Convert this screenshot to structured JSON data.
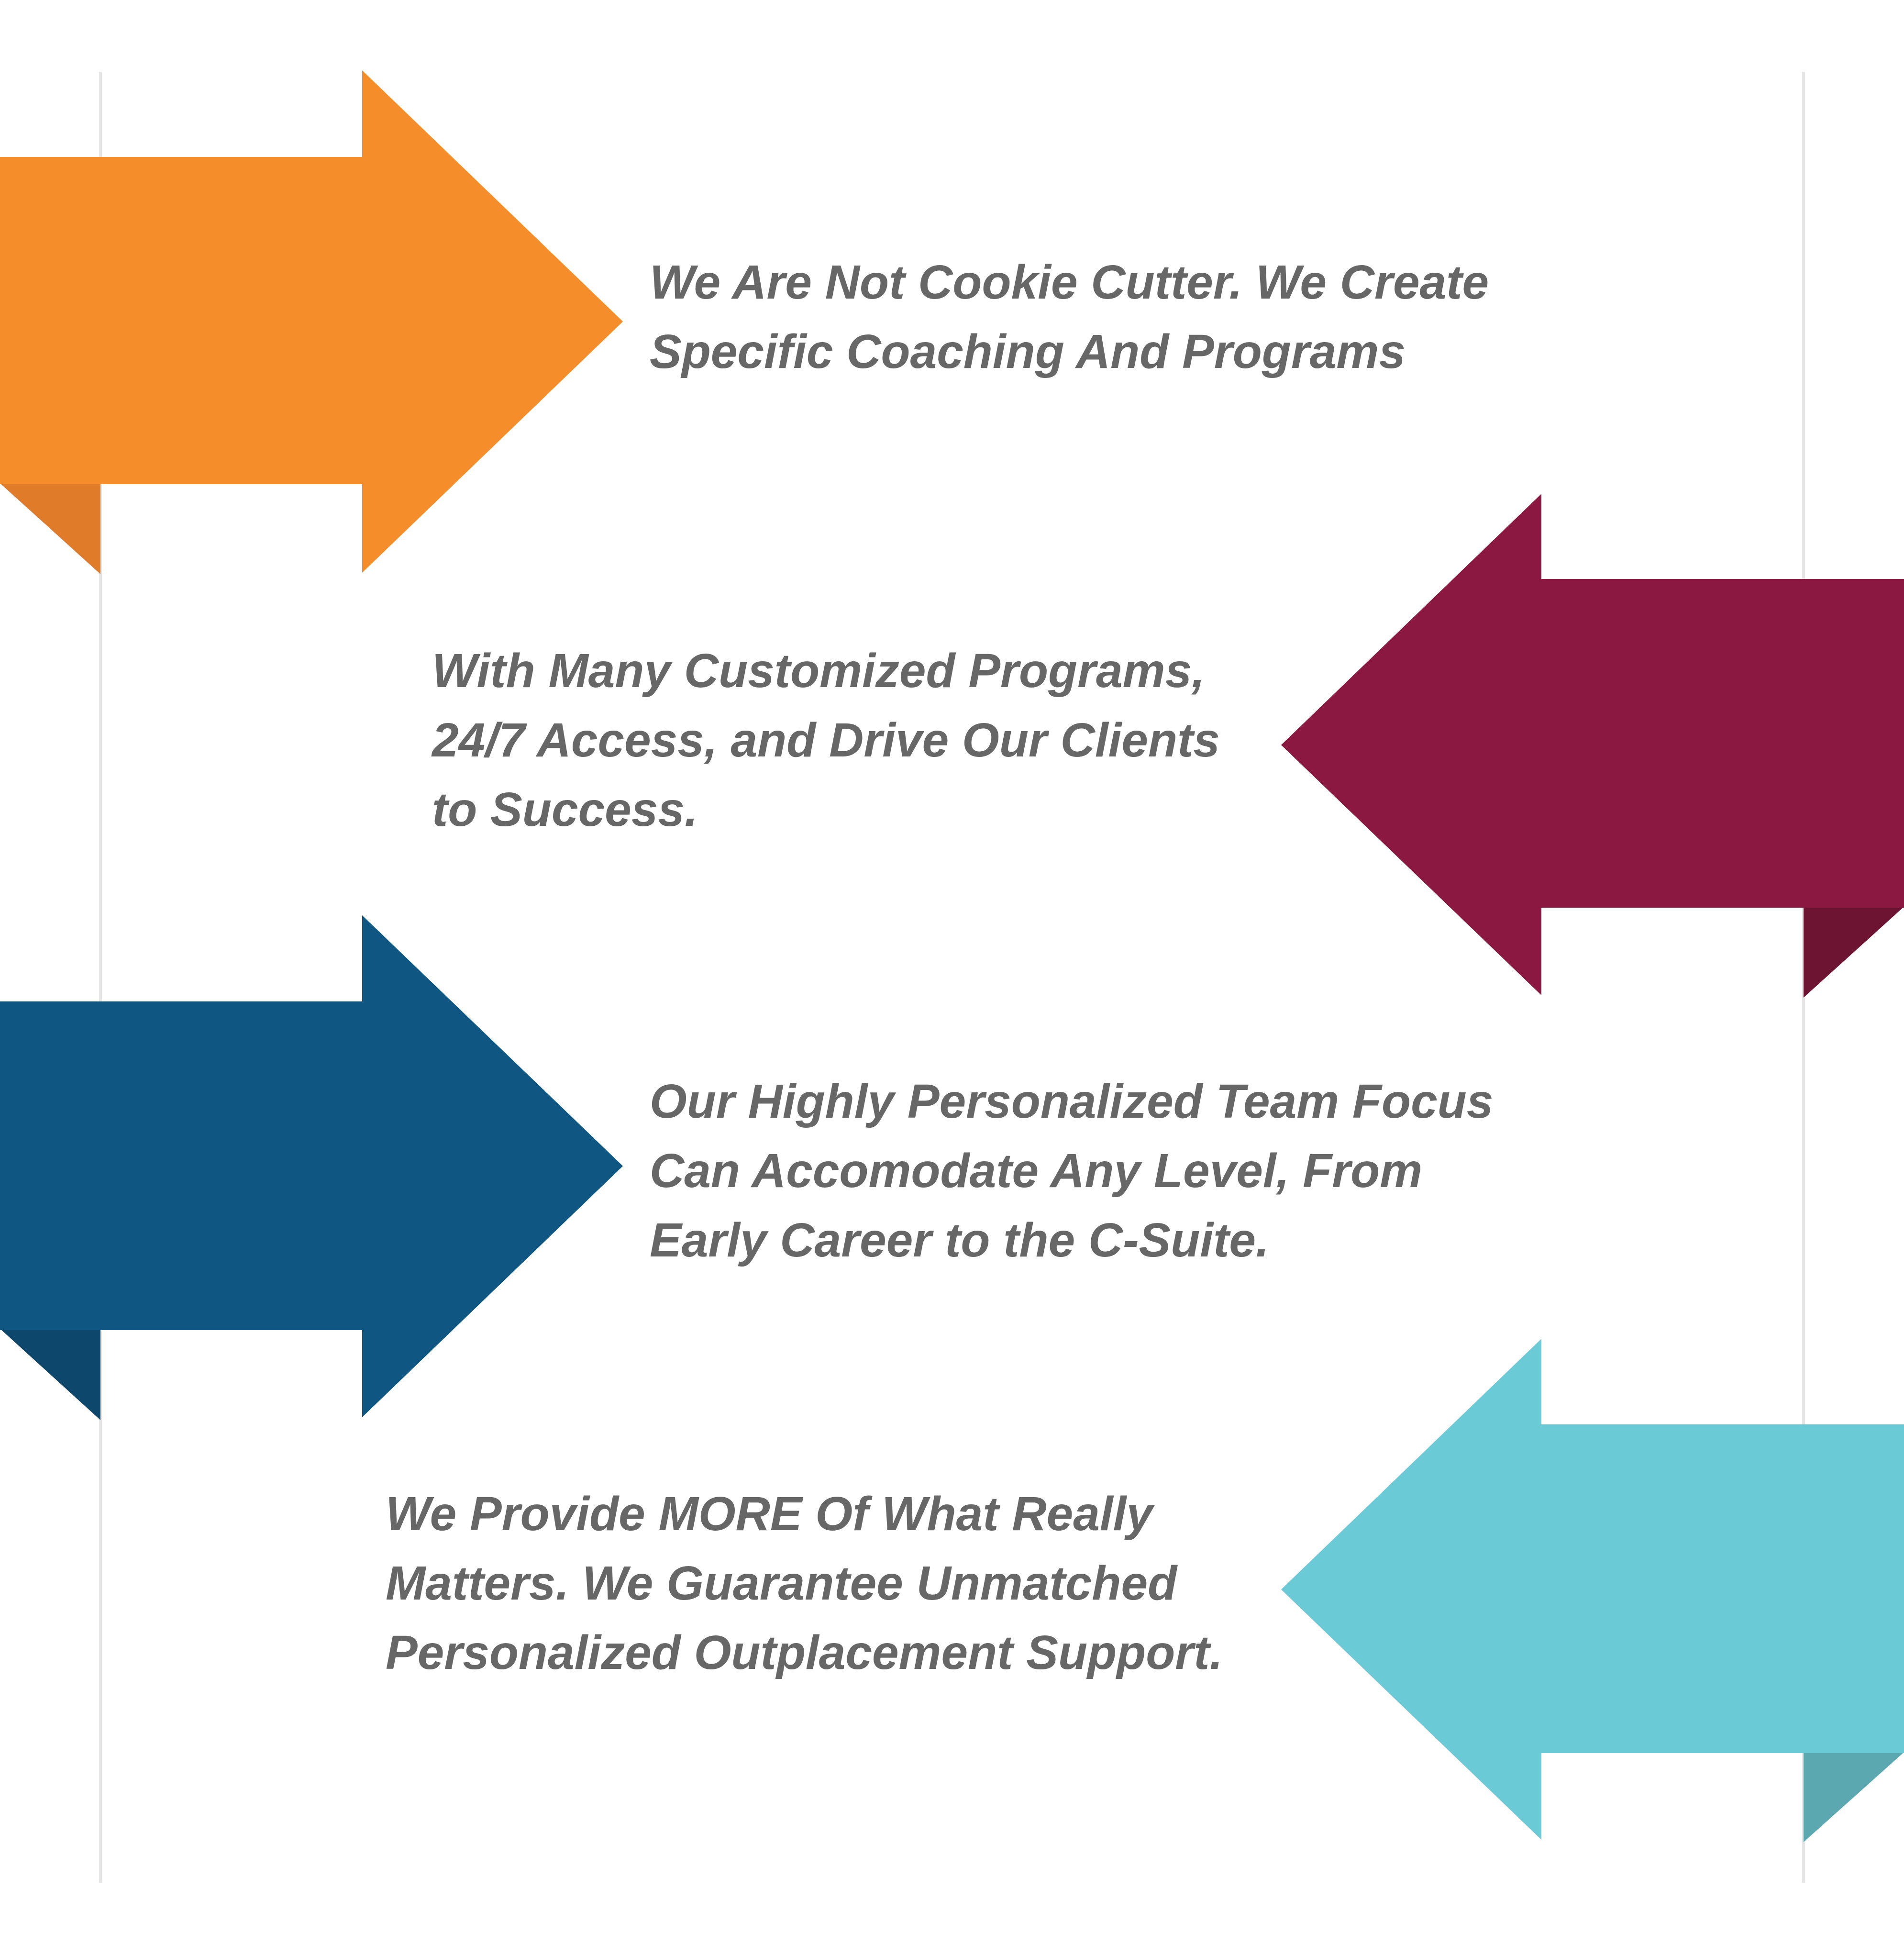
{
  "colors": {
    "background": "#ffffff",
    "guide_line": "#e6e6e6",
    "text": "#676767",
    "orange": "#f68d2b",
    "orange_fold": "#e07b2a",
    "maroon": "#8b1840",
    "maroon_fold": "#6e1433",
    "navy": "#0f5683",
    "navy_fold": "#0d476b",
    "teal": "#6acad6",
    "teal_fold": "#5ba8b0"
  },
  "arrows": [
    {
      "name": "orange-arrow",
      "direction": "right",
      "color": "orange"
    },
    {
      "name": "maroon-arrow",
      "direction": "left",
      "color": "maroon"
    },
    {
      "name": "navy-arrow",
      "direction": "right",
      "color": "navy"
    },
    {
      "name": "teal-arrow",
      "direction": "left",
      "color": "teal"
    }
  ],
  "statements": [
    {
      "line1": "We Are Not Cookie Cutter. We Create",
      "line2": "Specific Coaching And Programs"
    },
    {
      "line1": "With Many Customized Programs,",
      "line2": "24/7 Access, and Drive Our Clients",
      "line3": "to Success."
    },
    {
      "line1": "Our Highly Personalized Team Focus",
      "line2": "Can Accomodate Any Level, From",
      "line3": "Early Career to the C-Suite."
    },
    {
      "line1": "We Provide MORE Of What Really",
      "line2": "Matters. We Guarantee Unmatched",
      "line3": "Personalized Outplacement Support."
    }
  ]
}
